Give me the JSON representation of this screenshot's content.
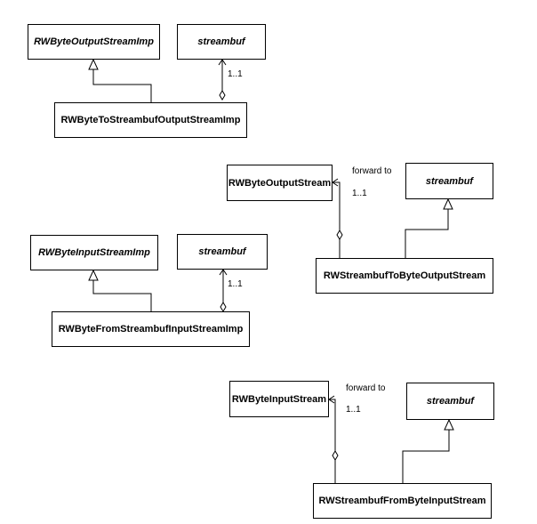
{
  "diagrams": [
    {
      "classes": [
        {
          "id": "a1",
          "name": "RWByteOutputStreamImp",
          "abstract": true
        },
        {
          "id": "a2",
          "name": "streambuf",
          "abstract": true
        },
        {
          "id": "a3",
          "name": "RWByteToStreambufOutputStreamImp",
          "abstract": false
        }
      ],
      "multiplicity": "1..1"
    },
    {
      "classes": [
        {
          "id": "b1",
          "name": "RWByteOutputStream",
          "abstract": false
        },
        {
          "id": "b2",
          "name": "streambuf",
          "abstract": true
        },
        {
          "id": "b3",
          "name": "RWStreambufToByteOutputStream",
          "abstract": false
        }
      ],
      "association_label": "forward to",
      "multiplicity": "1..1"
    },
    {
      "classes": [
        {
          "id": "c1",
          "name": "RWByteInputStreamImp",
          "abstract": true
        },
        {
          "id": "c2",
          "name": "streambuf",
          "abstract": true
        },
        {
          "id": "c3",
          "name": "RWByteFromStreambufInputStreamImp",
          "abstract": false
        }
      ],
      "multiplicity": "1..1"
    },
    {
      "classes": [
        {
          "id": "d1",
          "name": "RWByteInputStream",
          "abstract": false
        },
        {
          "id": "d2",
          "name": "streambuf",
          "abstract": true
        },
        {
          "id": "d3",
          "name": "RWStreambufFromByteInputStream",
          "abstract": false
        }
      ],
      "association_label": "forward to",
      "multiplicity": "1..1"
    }
  ]
}
